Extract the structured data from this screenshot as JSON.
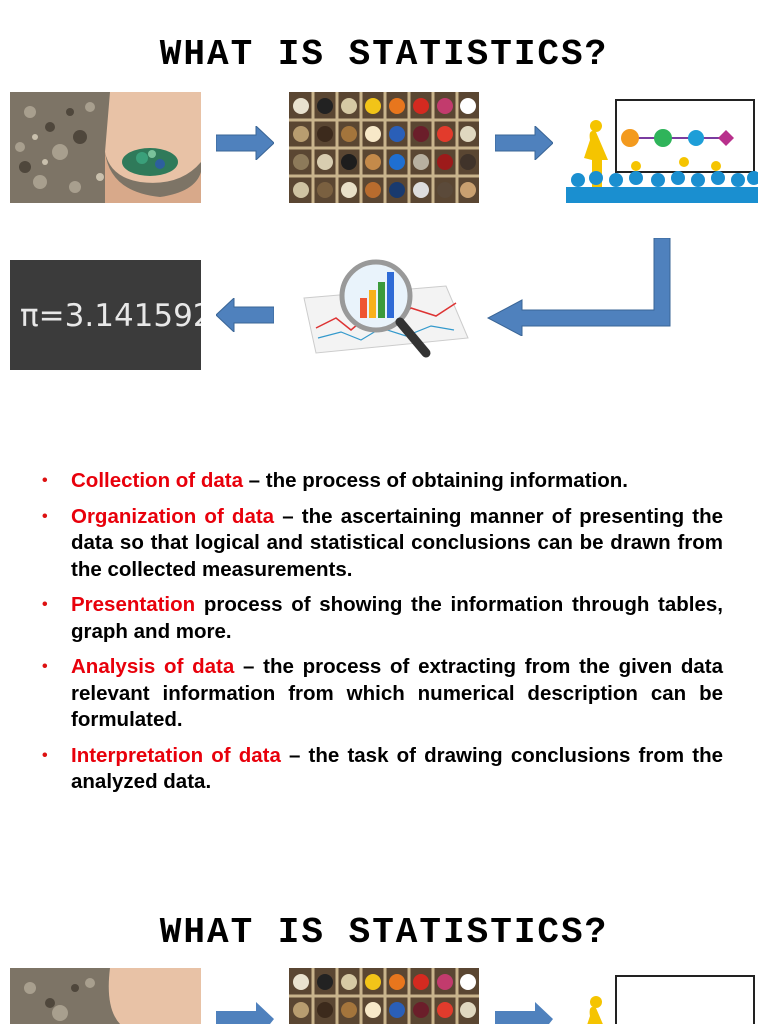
{
  "page": {
    "title": "WHAT IS STATISTICS?",
    "title_repeat": "WHAT IS STATISTICS?",
    "chalkboard_text": "π=3.141592",
    "accent_color": "#e8000b",
    "arrow_color": "#4f81bd"
  },
  "images": [
    {
      "name": "hand-holding-stones-photo"
    },
    {
      "name": "sorted-buttons-tray-photo"
    },
    {
      "name": "presentation-audience-illustration"
    },
    {
      "name": "magnifier-over-charts-illustration"
    },
    {
      "name": "chalkboard-pi-photo"
    }
  ],
  "definitions": [
    {
      "term": "Collection of data",
      "text": " – the process of obtaining information."
    },
    {
      "term": "Organization of data",
      "text": " – the ascertaining manner of presenting the data so that logical and statistical conclusions can be drawn from the collected measurements."
    },
    {
      "term": "Presentation",
      "text": " process of showing the information through tables, graph and more."
    },
    {
      "term": "Analysis of data",
      "text": " – the process of extracting from the given data relevant information from which numerical description can be formulated."
    },
    {
      "term": "Interpretation of data",
      "text": " – the task of drawing conclusions from the analyzed data."
    }
  ]
}
